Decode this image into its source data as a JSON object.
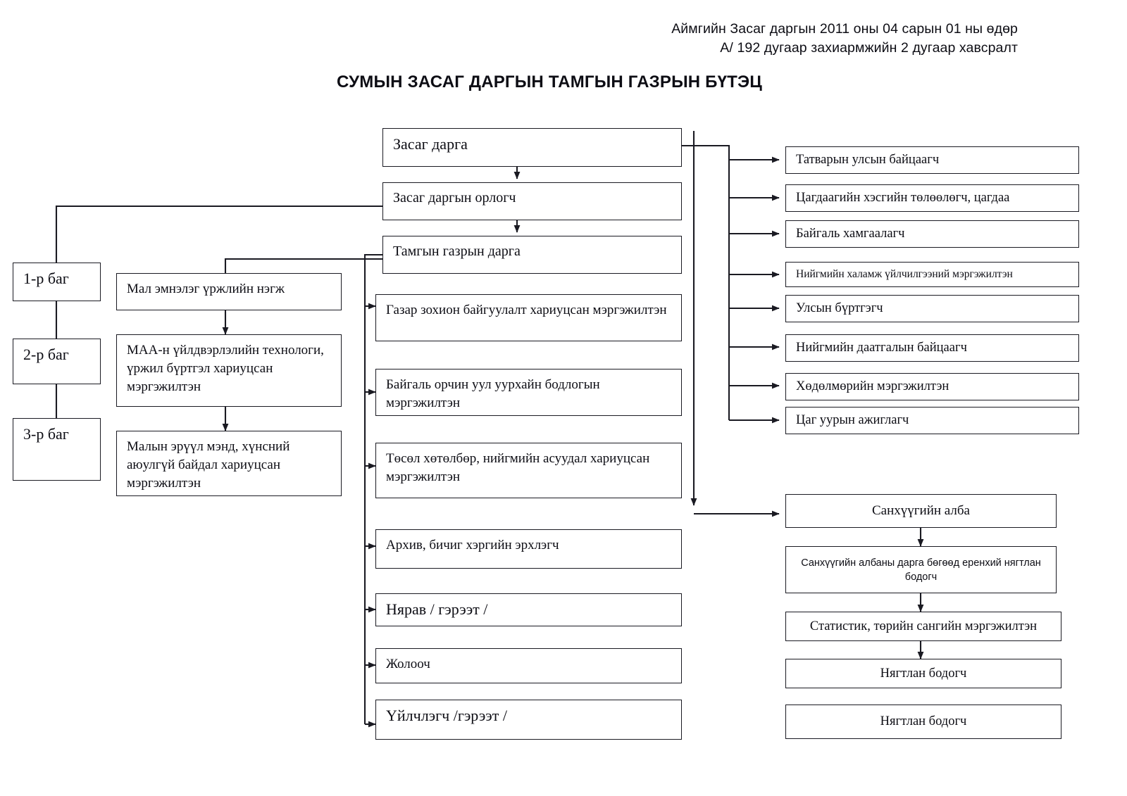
{
  "header": {
    "line1": "Аймгийн Засаг даргын 2011 оны 04 сарын 01 ны өдөр",
    "line2": "А/ 192 дугаар захиармжийн  2 дугаар хавсралт"
  },
  "title": "СУМЫН ЗАСАГ ДАРГЫН ТАМГЫН ГАЗРЫН БҮТЭЦ",
  "colors": {
    "stroke": "#1a1a22",
    "text": "#0d0d14",
    "background": "#ffffff"
  },
  "chart_data": {
    "type": "diagram",
    "subtype": "organizational-chart",
    "title": "СУМЫН ЗАСАГ ДАРГЫН ТАМГЫН ГАЗРЫН БҮТЭЦ",
    "nodes": [
      {
        "id": "zasag-darga",
        "label": "Засаг дарга",
        "column": "center"
      },
      {
        "id": "zasag-orlogch",
        "label": "Засаг даргын орлогч",
        "column": "center"
      },
      {
        "id": "tamgyn-darga",
        "label": "Тамгын газрын дарга",
        "column": "center"
      },
      {
        "id": "bag-1",
        "label": "1-р баг",
        "column": "left"
      },
      {
        "id": "bag-2",
        "label": "2-р баг",
        "column": "left"
      },
      {
        "id": "bag-3",
        "label": "3-р баг",
        "column": "left"
      },
      {
        "id": "mal-emneleg",
        "label": "Мал эмнэлэг  үржлийн нэгж",
        "column": "left-mid"
      },
      {
        "id": "maa-tekhnologi",
        "label": "МАА-н үйлдвэрлэлийн технологи, үржил бүртгэл хариуцсан мэргэжилтэн",
        "column": "left-mid"
      },
      {
        "id": "malyn-eruul",
        "label": "Малын эрүүл мэнд, хүнсний аюулгүй байдал хариуцсан мэргэжилтэн",
        "column": "left-mid"
      },
      {
        "id": "gazar-zohion",
        "label": "Газар зохион байгуулалт хариуцсан мэргэжилтэн",
        "column": "center"
      },
      {
        "id": "baigal-orchin",
        "label": "Байгаль орчин уул  уурхайн бодлогын мэргэжилтэн",
        "column": "center"
      },
      {
        "id": "tusul",
        "label": "Төсөл хөтөлбөр, нийгмийн асуудал хариуцсан мэргэжилтэн",
        "column": "center"
      },
      {
        "id": "arkhiv",
        "label": "Архив, бичиг хэргийн эрхлэгч",
        "column": "center"
      },
      {
        "id": "nyarav",
        "label": "Нярав / гэрээт /",
        "column": "center"
      },
      {
        "id": "zholooch",
        "label": "Жолооч",
        "column": "center"
      },
      {
        "id": "uilchlegch",
        "label": "Үйлчлэгч  /гэрээт /",
        "column": "center"
      },
      {
        "id": "tatvar",
        "label": "Татварын улсын байцаагч",
        "column": "right"
      },
      {
        "id": "tsagdaa",
        "label": "Цагдаагийн хэсгийн төлөөлөгч, цагдаа",
        "column": "right"
      },
      {
        "id": "baigal-hamgaal",
        "label": "Байгаль хамгаалагч",
        "column": "right"
      },
      {
        "id": "niigmiin-halamj",
        "label": "Нийгмийн халамж үйлчилгээний  мэргэжилтэн",
        "column": "right"
      },
      {
        "id": "ulsyn-burtgegch",
        "label": "Улсын бүртгэгч",
        "column": "right"
      },
      {
        "id": "niigmiin-daatgal",
        "label": "Нийгмийн даатгалын байцаагч",
        "column": "right"
      },
      {
        "id": "hodolmor",
        "label": "Хөдөлмөрийн  мэргэжилтэн",
        "column": "right"
      },
      {
        "id": "tsag-uur",
        "label": "Цаг уурын  ажиглагч",
        "column": "right"
      },
      {
        "id": "sankhuu-alba",
        "label": "Санхүүгийн алба",
        "column": "right"
      },
      {
        "id": "sankhuu-darga",
        "label": "Санхүүгийн албаны дарга бөгөөд еренхий нягтлан бодогч",
        "column": "right"
      },
      {
        "id": "statistik",
        "label": "Статистик, төрийн сангийн мэргэжилтэн",
        "column": "right"
      },
      {
        "id": "nyagtlan-1",
        "label": "Нягтлан бодогч",
        "column": "right"
      },
      {
        "id": "nyagtlan-2",
        "label": "Нягтлан бодогч",
        "column": "right"
      }
    ],
    "edges": [
      {
        "from": "zasag-darga",
        "to": "zasag-orlogch",
        "style": "arrow-down"
      },
      {
        "from": "zasag-orlogch",
        "to": "tamgyn-darga",
        "style": "arrow-down"
      },
      {
        "from": "zasag-orlogch",
        "to": "bag-1",
        "style": "elbow-left"
      },
      {
        "from": "bag-1",
        "to": "bag-2",
        "style": "line-down"
      },
      {
        "from": "bag-2",
        "to": "bag-3",
        "style": "line-down"
      },
      {
        "from": "tamgyn-darga",
        "to": "mal-emneleg",
        "style": "elbow-left"
      },
      {
        "from": "mal-emneleg",
        "to": "maa-tekhnologi",
        "style": "arrow-down"
      },
      {
        "from": "maa-tekhnologi",
        "to": "malyn-eruul",
        "style": "arrow-down"
      },
      {
        "from": "tamgyn-darga",
        "to": "gazar-zohion",
        "style": "bus-left-arrow"
      },
      {
        "from": "tamgyn-darga",
        "to": "baigal-orchin",
        "style": "bus-left-arrow"
      },
      {
        "from": "tamgyn-darga",
        "to": "tusul",
        "style": "bus-left-arrow"
      },
      {
        "from": "tamgyn-darga",
        "to": "arkhiv",
        "style": "bus-left-arrow"
      },
      {
        "from": "tamgyn-darga",
        "to": "nyarav",
        "style": "bus-left-arrow"
      },
      {
        "from": "tamgyn-darga",
        "to": "zholooch",
        "style": "bus-left-arrow"
      },
      {
        "from": "tamgyn-darga",
        "to": "uilchlegch",
        "style": "bus-left-arrow"
      },
      {
        "from": "zasag-darga",
        "to": "tatvar",
        "style": "bus-right-arrow"
      },
      {
        "from": "zasag-darga",
        "to": "tsagdaa",
        "style": "bus-right-arrow"
      },
      {
        "from": "zasag-darga",
        "to": "baigal-hamgaal",
        "style": "bus-right-arrow"
      },
      {
        "from": "zasag-darga",
        "to": "niigmiin-halamj",
        "style": "bus-right-arrow"
      },
      {
        "from": "zasag-darga",
        "to": "ulsyn-burtgegch",
        "style": "bus-right-arrow"
      },
      {
        "from": "zasag-darga",
        "to": "niigmiin-daatgal",
        "style": "bus-right-arrow"
      },
      {
        "from": "zasag-darga",
        "to": "hodolmor",
        "style": "bus-right-arrow"
      },
      {
        "from": "zasag-darga",
        "to": "tsag-uur",
        "style": "bus-right-arrow"
      },
      {
        "from": "tamgyn-darga",
        "to": "sankhuu-alba",
        "style": "elbow-right-arrow"
      },
      {
        "from": "sankhuu-alba",
        "to": "sankhuu-darga",
        "style": "arrow-down"
      },
      {
        "from": "sankhuu-darga",
        "to": "statistik",
        "style": "arrow-down"
      },
      {
        "from": "statistik",
        "to": "nyagtlan-1",
        "style": "arrow-down"
      }
    ]
  }
}
